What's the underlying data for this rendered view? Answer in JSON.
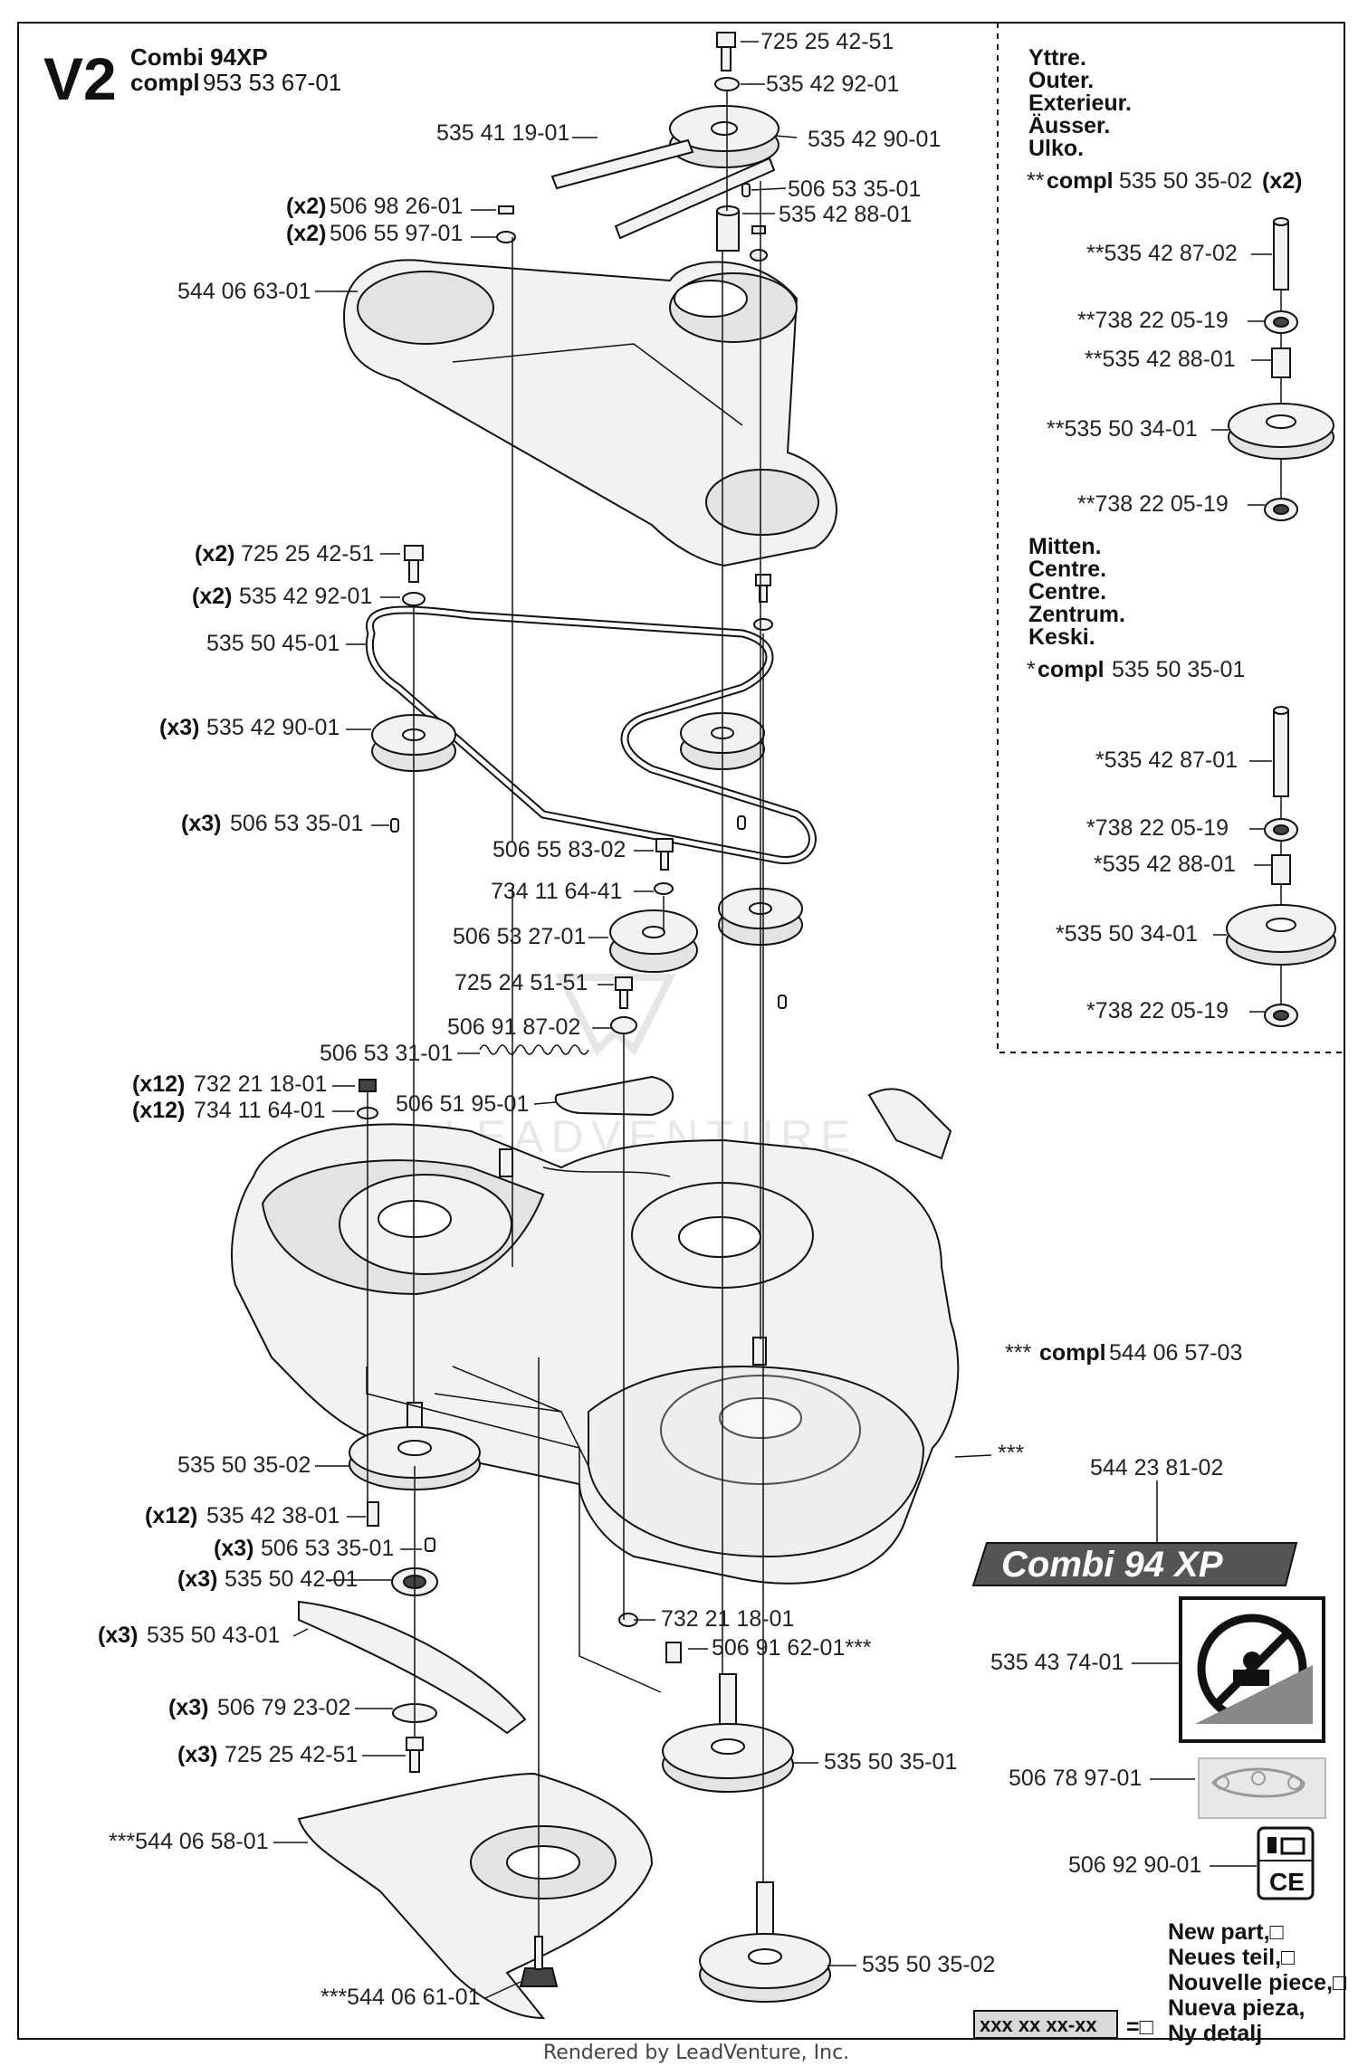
{
  "header": {
    "code": "V2",
    "model_label": "Combi 94XP",
    "compl_label": "compl",
    "compl_number": "953 53 67-01"
  },
  "parts": {
    "p725254251_top": "725 25 42-51",
    "p535429201_top": "535 42 92-01",
    "p535411901": "535 41 19-01",
    "p535429001_top": "535 42 90-01",
    "p506533501_top": "506 53 35-01",
    "p535428801": "535 42 88-01",
    "q2": "(x2)",
    "p506982601": "506 98 26-01",
    "p506559701": "506 55 97-01",
    "p544066301": "544 06 63-01",
    "p725254251_mid": "725 25 42-51",
    "p535429201_mid": "535 42 92-01",
    "p535504501": "535 50 45-01",
    "q3": "(x3)",
    "p535429001_mid": "535 42 90-01",
    "p506533501_mid": "506 53 35-01",
    "p506558302": "506 55 83-02",
    "p734116441": "734 11 64-41",
    "p506532701": "506 53 27-01",
    "p725245151": "725 24 51-51",
    "p506918702": "506 91 87-02",
    "p506533101": "506 53 31-01",
    "q12": "(x12)",
    "p732211801": "732 21 18-01",
    "p734116401": "734 11 64-01",
    "p506519501": "506 51 95-01",
    "compl_deck_prefix": "***",
    "compl_deck_word": "compl",
    "compl_deck_number": "544 06 57-03",
    "p535503502_left": "535 50 35-02",
    "p535423801": "535 42 38-01",
    "p506533501_low": "506 53 35-01",
    "p535504201": "535 50 42-01",
    "p535504301": "535 50 43-01",
    "p506792302": "506 79 23-02",
    "p725254251_low": "725 25 42-51",
    "p544065801": "***544 06 58-01",
    "p544066101": "***544 06 61-01",
    "p732211801_low": "732 21 18-01",
    "p506916201": "506 91 62-01***",
    "p535503501": "535 50 35-01",
    "p535503502_right": "535 50 35-02",
    "star3": "***",
    "p544238102": "544 23 81-02",
    "p535437401": "535 43 74-01",
    "p506789701": "506 78 97-01",
    "p506929001": "506 92 90-01"
  },
  "badge": {
    "text": "Combi 94 XP"
  },
  "ce_mark": "CE",
  "side_panel": {
    "outer_titles": [
      "Yttre.",
      "Outer.",
      "Exterieur.",
      "Äusser.",
      "Ulko."
    ],
    "outer_compl_prefix": "**",
    "outer_compl_word": "compl",
    "outer_compl_number": "535 50 35-02",
    "outer_compl_qty": "(x2)",
    "outer_parts": [
      "**535 42 87-02",
      "**738 22 05-19",
      "**535 42 88-01",
      "**535 50 34-01",
      "**738 22 05-19"
    ],
    "centre_titles": [
      "Mitten.",
      "Centre.",
      "Centre.",
      "Zentrum.",
      "Keski."
    ],
    "centre_compl_prefix": "*",
    "centre_compl_word": "compl",
    "centre_compl_number": "535 50 35-01",
    "centre_parts": [
      "*535 42 87-01",
      "*738 22 05-19",
      "*535 42 88-01",
      "*535 50 34-01",
      "*738 22 05-19"
    ]
  },
  "legend": {
    "lines": [
      "New part,□",
      "Neues teil,□",
      "Nouvelle piece,□",
      "Nueva pieza,",
      "Ny detalj"
    ],
    "code": "xxx xx xx-xx",
    "equals": "=□"
  },
  "watermark": "LEADVENTURE",
  "footer": "Rendered by LeadVenture, Inc."
}
